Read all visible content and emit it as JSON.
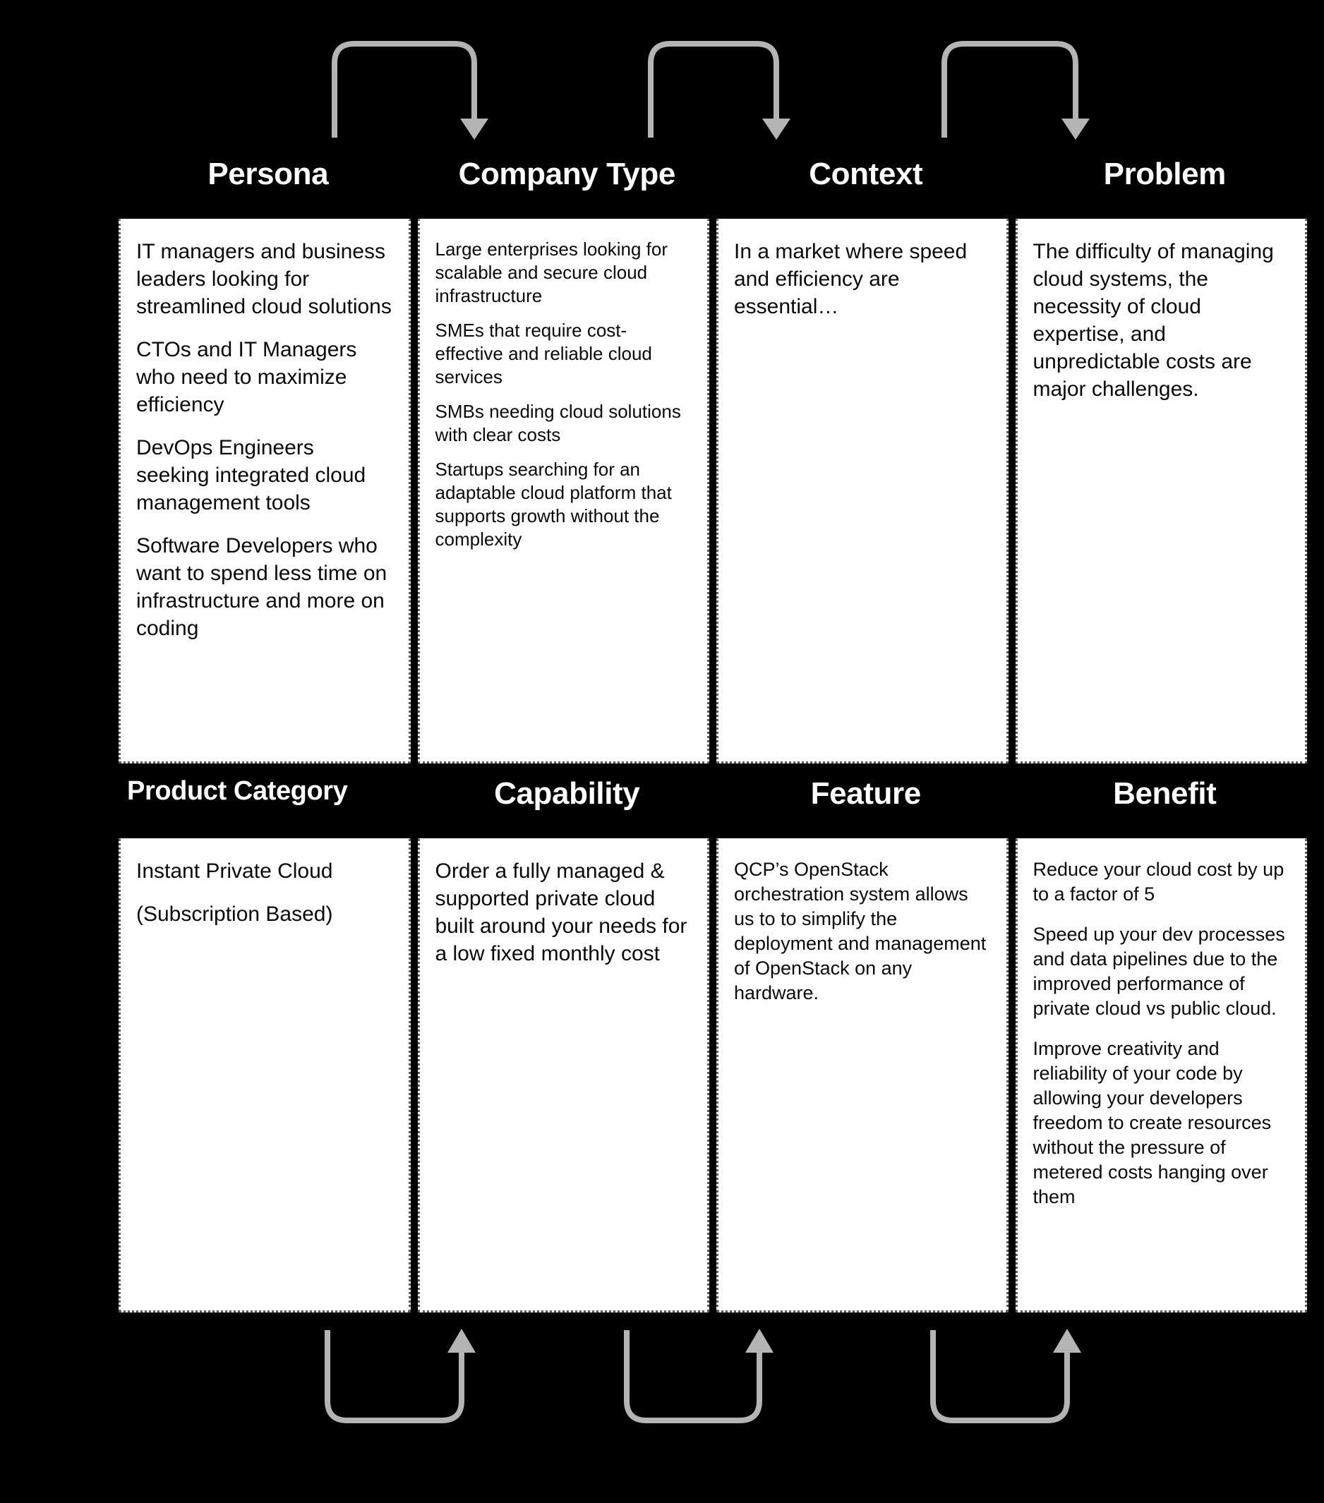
{
  "theme": {
    "background": "#000000",
    "card_background": "#ffffff",
    "header_text": "#ffffff",
    "body_text": "#0a0a0a",
    "connector": "#b4b4b4",
    "card_border": "#5a5a5a"
  },
  "rows": [
    {
      "id": "row-upper",
      "columns": [
        {
          "id": "persona",
          "header": "Persona",
          "items": [
            "IT managers and business leaders looking for streamlined cloud solutions",
            "CTOs and IT Managers who need to maximize efficiency",
            "DevOps Engineers seeking integrated cloud management tools",
            "Software Developers who want to spend less time on infrastructure and more on coding"
          ]
        },
        {
          "id": "company-type",
          "header": "Company Type",
          "items": [
            "Large enterprises looking for scalable and secure cloud infrastructure",
            "SMEs that require cost-effective and reliable cloud services",
            "SMBs needing cloud solutions with clear costs",
            "Startups searching for an adaptable cloud platform that supports growth without the complexity"
          ]
        },
        {
          "id": "context",
          "header": "Context",
          "items": [
            "In a market where speed and efficiency are essential…"
          ]
        },
        {
          "id": "problem",
          "header": "Problem",
          "items": [
            "The difficulty of managing cloud systems, the necessity of cloud expertise, and unpredictable costs are major challenges."
          ]
        }
      ]
    },
    {
      "id": "row-lower",
      "columns": [
        {
          "id": "product-category",
          "header": "Product Category",
          "items": [
            "Instant Private Cloud",
            "(Subscription Based)"
          ]
        },
        {
          "id": "capability",
          "header": "Capability",
          "items": [
            "Order a fully managed & supported private cloud built around your needs for a low fixed monthly cost"
          ]
        },
        {
          "id": "feature",
          "header": "Feature",
          "items": [
            "QCP’s OpenStack orchestration system allows us to to simplify the deployment and management of OpenStack  on any hardware."
          ]
        },
        {
          "id": "benefit",
          "header": "Benefit",
          "items": [
            "Reduce your cloud cost by up to a factor of 5",
            "Speed up your dev processes and data pipelines due to the improved performance of private cloud vs public cloud.",
            "Improve creativity and reliability of your code by allowing your developers freedom to create resources without the pressure of metered costs hanging over them"
          ]
        }
      ]
    }
  ],
  "connectors": {
    "top": [
      {
        "id": "persona-to-company-type",
        "direction": "down-right"
      },
      {
        "id": "company-type-to-context",
        "direction": "down-right"
      },
      {
        "id": "context-to-problem",
        "direction": "down-right"
      }
    ],
    "bottom": [
      {
        "id": "product-category-to-capability",
        "direction": "up-right"
      },
      {
        "id": "capability-to-feature",
        "direction": "up-right"
      },
      {
        "id": "feature-to-benefit",
        "direction": "up-right"
      }
    ]
  }
}
